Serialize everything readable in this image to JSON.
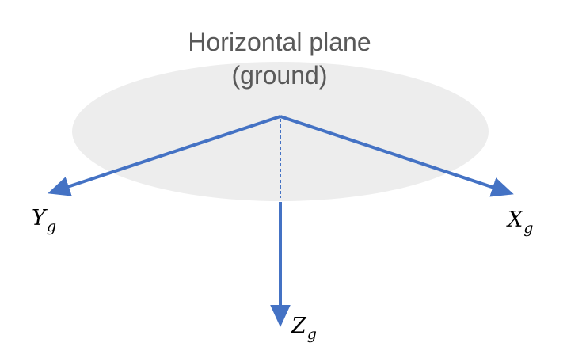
{
  "plane": {
    "title_line1": "Horizontal plane",
    "title_line2": "(ground)",
    "fill_color": "#ededed"
  },
  "axes": {
    "y": {
      "letter": "Y",
      "sub": "g"
    },
    "x": {
      "letter": "X",
      "sub": "g"
    },
    "z": {
      "letter": "Z",
      "sub": "g"
    },
    "color": "#4472c4"
  }
}
